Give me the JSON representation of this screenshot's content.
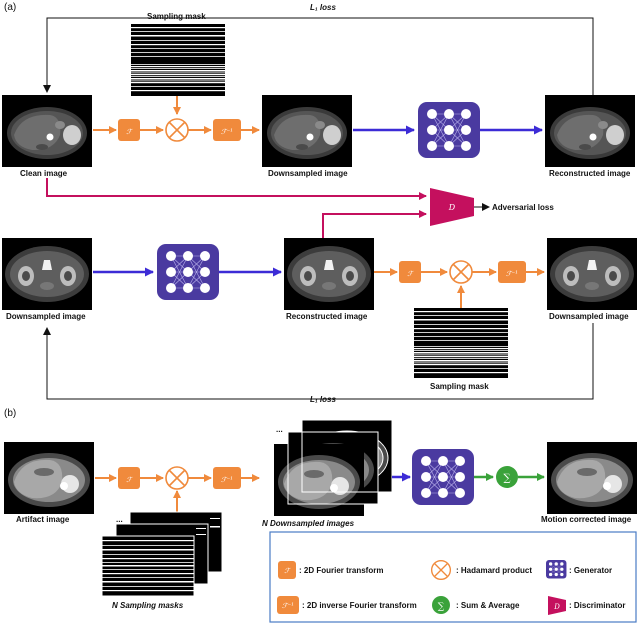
{
  "section_labels": {
    "a": "(a)",
    "b": "(b)"
  },
  "labels": {
    "l1_loss_top": "L₁ loss",
    "l1_loss_bottom": "L₁ loss",
    "sampling_mask_top": "Sampling mask",
    "sampling_mask_bottom": "Sampling mask",
    "clean_image": "Clean image",
    "downsampled_image_1": "Downsampled image",
    "reconstructed_image_1": "Reconstructed image",
    "adversarial_loss": "Adversarial loss",
    "downsampled_image_2": "Downsampled image",
    "reconstructed_image_2": "Reconstructed image",
    "downsampled_image_3": "Downsampled image",
    "artifact_image": "Artifact image",
    "n_downsampled_images": "N Downsampled images",
    "motion_corrected_image": "Motion corrected image",
    "n_sampling_masks": "N Sampling masks",
    "n_letter": "N",
    "dots": "..."
  },
  "symbols": {
    "fourier": "ℱ",
    "inverse_fourier": "ℱ⁻¹",
    "discriminator": "D",
    "sum": "∑"
  },
  "legend": {
    "fourier_transform": ": 2D Fourier transform",
    "hadamard": ": Hadamard product",
    "generator": ": Generator",
    "inverse_fourier": ": 2D inverse Fourier transform",
    "sum_average": ": Sum & Average",
    "discriminator": ": Discriminator"
  },
  "colors": {
    "orange": "#f08a3c",
    "blue_arrow": "#3c2bd6",
    "generator_fill": "#4a3aa0",
    "magenta": "#c4105e",
    "green": "#3aa23a",
    "legend_border": "#4a7cc4",
    "mri_bg": "#000000"
  },
  "icons": [
    "fourier-icon",
    "hadamard-icon",
    "generator-icon",
    "inverse-fourier-icon",
    "sum-icon",
    "discriminator-icon",
    "mri-image",
    "sampling-mask"
  ]
}
